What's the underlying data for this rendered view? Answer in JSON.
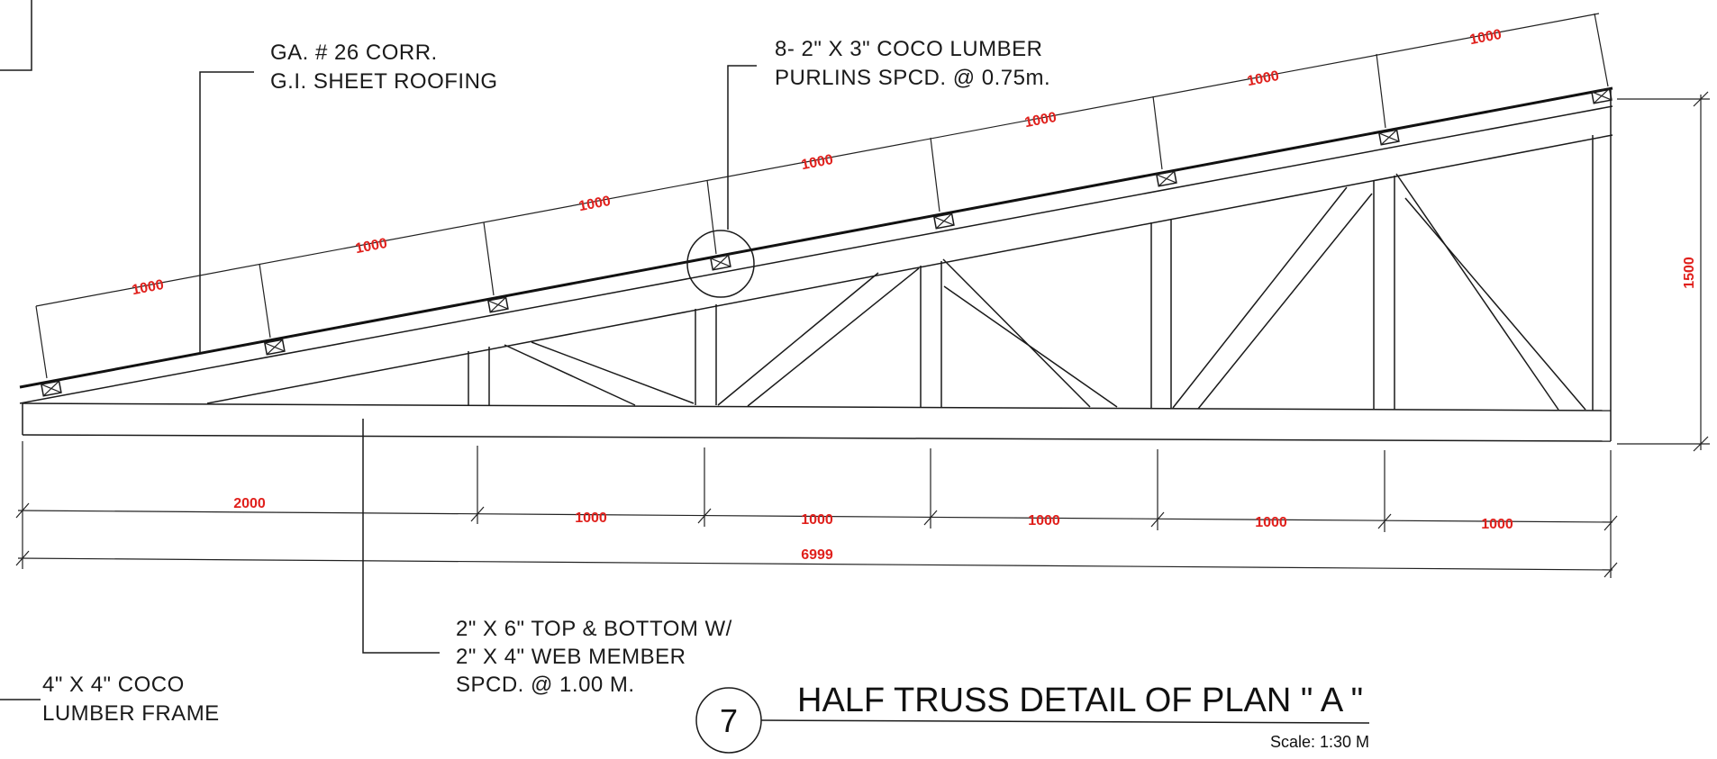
{
  "dimension_color": "#e0201c",
  "notes": {
    "roofing": [
      "GA. # 26 CORR.",
      "G.I. SHEET ROOFING"
    ],
    "purlins": [
      "8- 2\" X 3\" COCO LUMBER",
      "PURLINS SPCD. @ 0.75m."
    ],
    "chords": [
      "2\" X 6\" TOP & BOTTOM W/",
      "2\" X 4\" WEB MEMBER",
      "SPCD. @ 1.00 M."
    ],
    "frame": [
      "4\" X 4\" COCO",
      "LUMBER FRAME"
    ]
  },
  "dimensions": {
    "top": [
      "1000",
      "1000",
      "1000",
      "1000",
      "1000",
      "1000",
      "1000"
    ],
    "bottom": [
      "2000",
      "1000",
      "1000",
      "1000",
      "1000",
      "1000"
    ],
    "overall": "6999",
    "height": "1500"
  },
  "title_block": {
    "detail_number": "7",
    "title": "HALF TRUSS DETAIL OF PLAN \" A \"",
    "scale": "Scale: 1:30 M"
  }
}
